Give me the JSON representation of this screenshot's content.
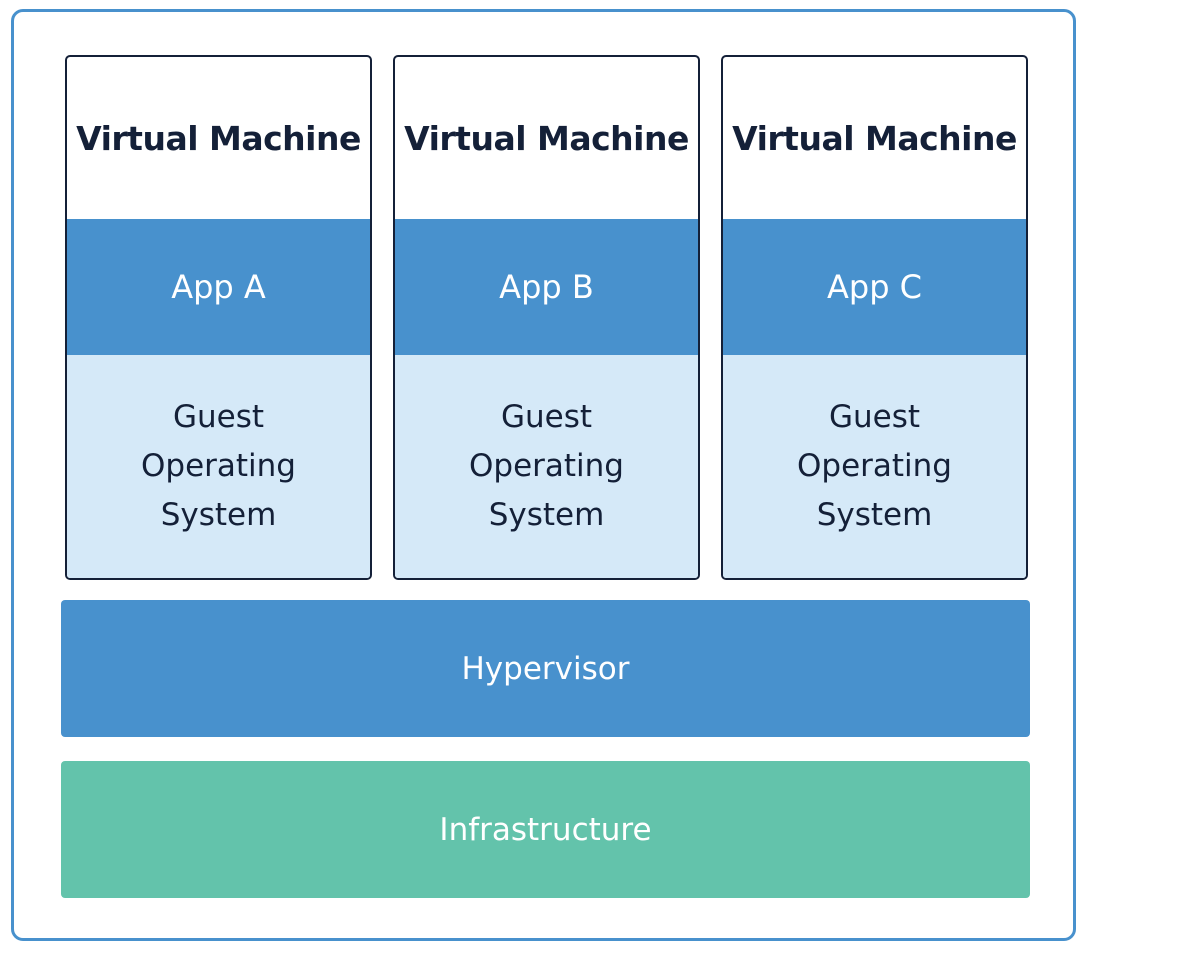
{
  "virtual_machines": [
    {
      "title": "Virtual Machine",
      "app": "App A",
      "guest_os": "Guest Operating System"
    },
    {
      "title": "Virtual Machine",
      "app": "App B",
      "guest_os": "Guest Operating System"
    },
    {
      "title": "Virtual Machine",
      "app": "App C",
      "guest_os": "Guest Operating System"
    }
  ],
  "layers": {
    "hypervisor": "Hypervisor",
    "infrastructure": "Infrastructure"
  },
  "colors": {
    "frame_border": "#4891cd",
    "app_block": "#4891cd",
    "guest_os_block": "#d5e9f8",
    "hypervisor": "#4891cd",
    "infrastructure": "#63c3ab",
    "dark_text": "#142038",
    "light_text": "#ffffff"
  }
}
